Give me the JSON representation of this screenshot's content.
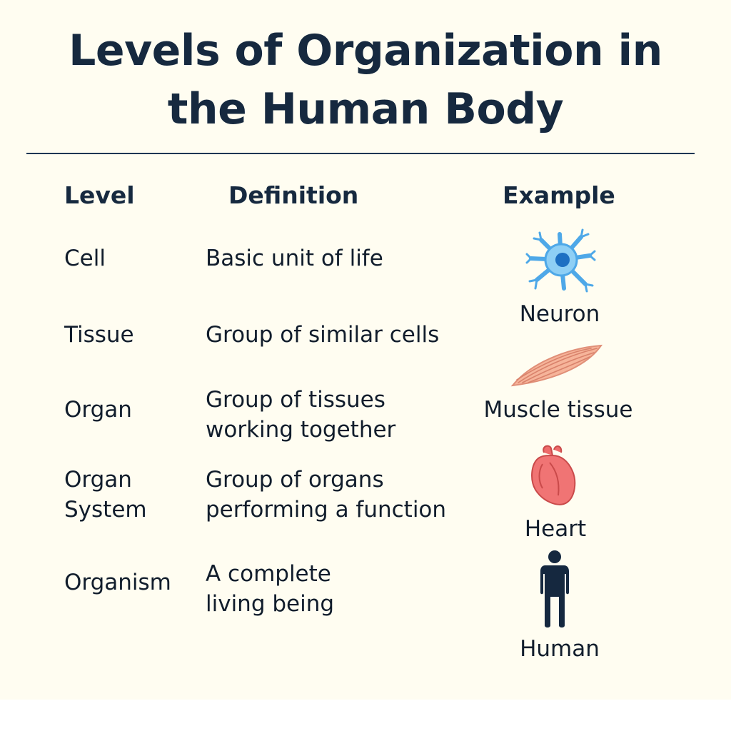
{
  "title": {
    "line1": "Levels of Organization in",
    "line2": "the Human Body"
  },
  "headers": {
    "level": "Level",
    "definition": "Definition",
    "example": "Example"
  },
  "rows": [
    {
      "level": "Cell",
      "level2": "",
      "def1": "Basic unit of life",
      "def2": ""
    },
    {
      "level": "Tissue",
      "level2": "",
      "def1": "Group of similar cells",
      "def2": ""
    },
    {
      "level": "Organ",
      "level2": "",
      "def1": "Group of tissues",
      "def2": "working together"
    },
    {
      "level": "Organ",
      "level2": "System",
      "def1": "Group of organs",
      "def2": "performing a function"
    },
    {
      "level": "Organism",
      "level2": "",
      "def1": "A complete",
      "def2": "living being"
    }
  ],
  "examples": [
    {
      "label": "Neuron",
      "icon": "neuron-icon",
      "color": "#4ea8e8"
    },
    {
      "label": "Muscle tissue",
      "icon": "muscle-tissue-icon",
      "color": "#f2a488"
    },
    {
      "label": "Heart",
      "icon": "heart-icon",
      "color": "#ee6b6b"
    },
    {
      "label": "Human",
      "icon": "human-silhouette-icon",
      "color": "#15283f"
    }
  ],
  "colors": {
    "background": "#fffdf1",
    "text": "#13243b",
    "rule": "#1e3654"
  }
}
